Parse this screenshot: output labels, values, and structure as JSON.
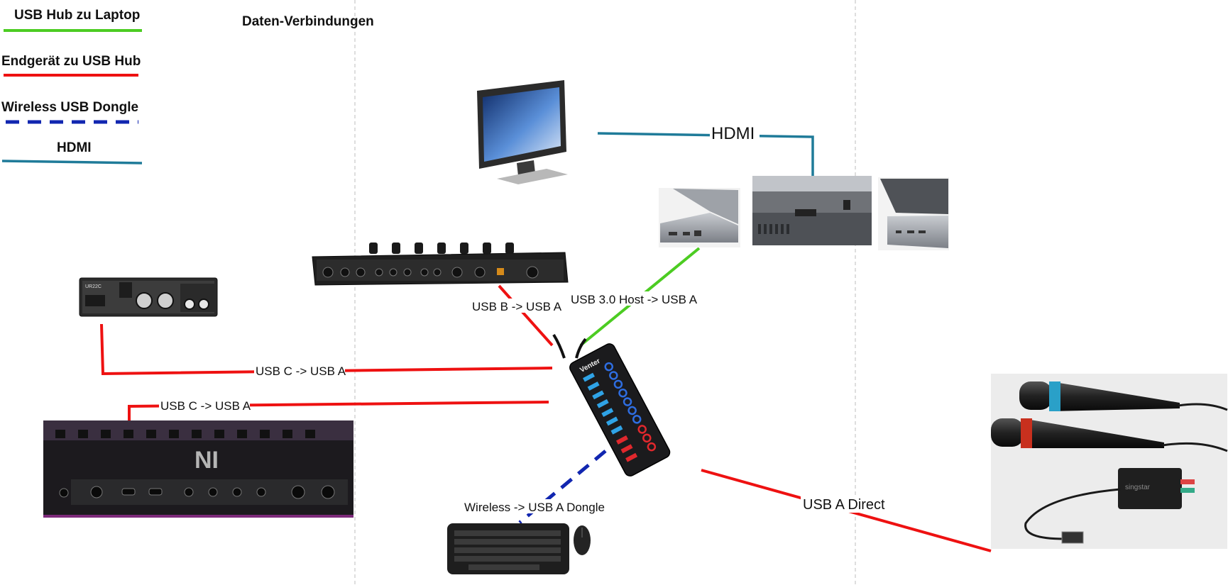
{
  "page_title": "Daten-Verbindungen",
  "legend": {
    "usb_hub_laptop": {
      "label": "USB Hub zu Laptop",
      "color": "#4ccc22"
    },
    "device_to_hub": {
      "label": "Endgerät zu USB Hub",
      "color": "#ee1111"
    },
    "wireless_dongle": {
      "label": "Wireless USB Dongle",
      "color": "#1126b0"
    },
    "hdmi": {
      "label": "HDMI",
      "color": "#1f7b99"
    }
  },
  "connections": {
    "audio_interface": "USB C -> USB A",
    "keyboard_controller": "USB C -> USB A",
    "dj_controller": "USB B -> USB A",
    "laptop_hub": "USB 3.0 Host -> USB A",
    "wireless": "Wireless -> USB A Dongle",
    "microphones": "USB A Direct",
    "monitor": "HDMI"
  },
  "devices": {
    "audio_interface_brand": "UR22C",
    "keyboard_logo": "NI",
    "hub_brand": "Venter",
    "mic_receiver_brand": "singstar"
  }
}
